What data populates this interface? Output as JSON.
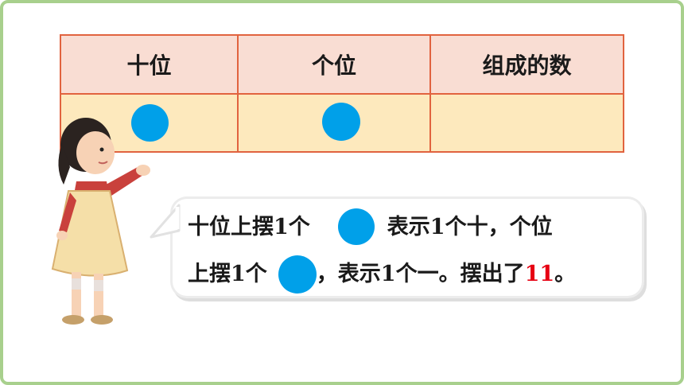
{
  "table": {
    "headers": [
      "十位",
      "个位",
      "组成的数"
    ],
    "cells": [
      "",
      "",
      ""
    ]
  },
  "speech": {
    "line1_a": "十位上摆1个",
    "line1_b": "，表示1个十，个位",
    "line2_a": "上摆1个",
    "line2_b": "，表示1个一。摆出了",
    "answer": "11",
    "line2_end": "。"
  },
  "colors": {
    "frame": "#a8d08d",
    "table_border": "#e1633f",
    "header_fill": "#f9ddd3",
    "row_fill": "#fde9bd",
    "counter": "#00a0e9",
    "answer": "#e60012"
  }
}
